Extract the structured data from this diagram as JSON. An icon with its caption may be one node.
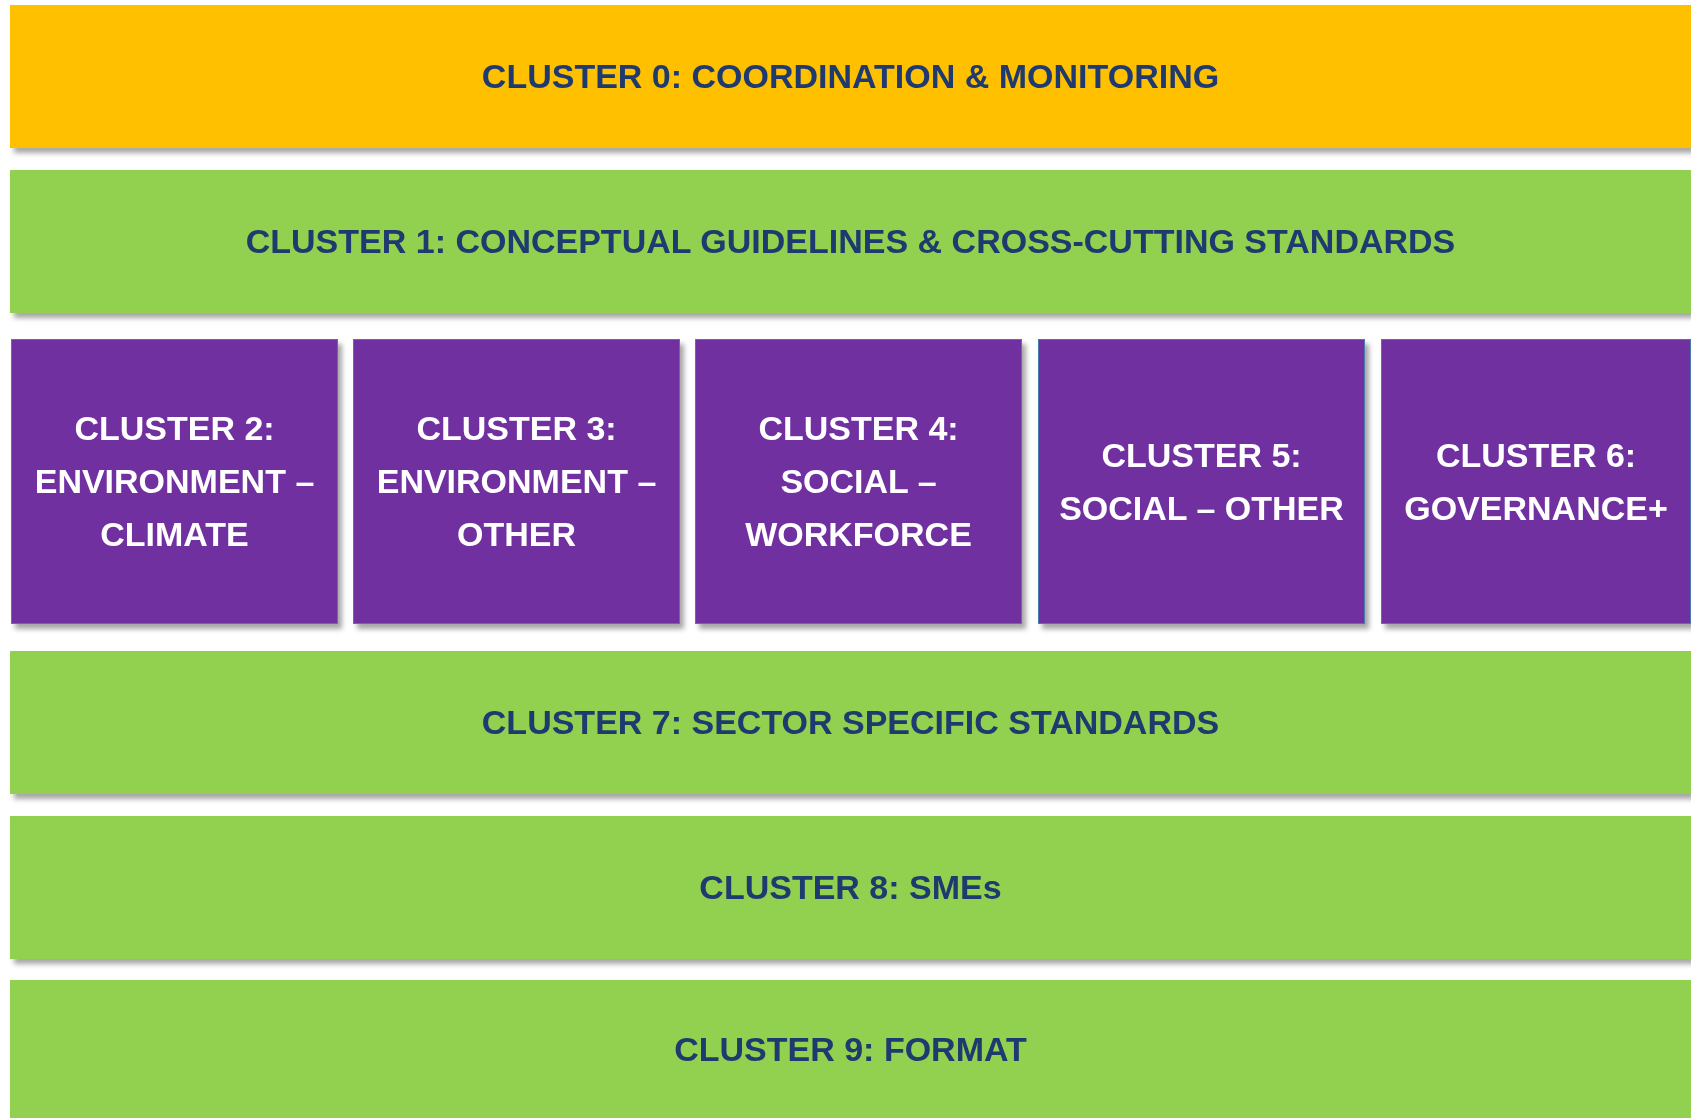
{
  "diagram": {
    "nodes": [
      {
        "text": [
          "CLUSTER 0: COORDINATION & MONITORING"
        ]
      },
      {
        "text": [
          "CLUSTER 1: CONCEPTUAL GUIDELINES & CROSS-CUTTING STANDARDS"
        ]
      },
      {
        "text": [
          "CLUSTER 2: ENVIRONMENT – CLIMATE"
        ]
      },
      {
        "text": [
          "CLUSTER 3: ENVIRONMENT – OTHER"
        ]
      },
      {
        "text": [
          "CLUSTER 4: SOCIAL – WORKFORCE"
        ]
      },
      {
        "text": [
          "CLUSTER 5: SOCIAL – OTHER"
        ]
      },
      {
        "text": [
          "CLUSTER 6: GOVERNANCE+"
        ]
      },
      {
        "text": [
          "CLUSTER 7: SECTOR SPECIFIC STANDARDS"
        ]
      },
      {
        "text": [
          "CLUSTER 8: SMEs"
        ]
      },
      {
        "text": [
          "CLUSTER 9: FORMAT"
        ]
      }
    ]
  }
}
